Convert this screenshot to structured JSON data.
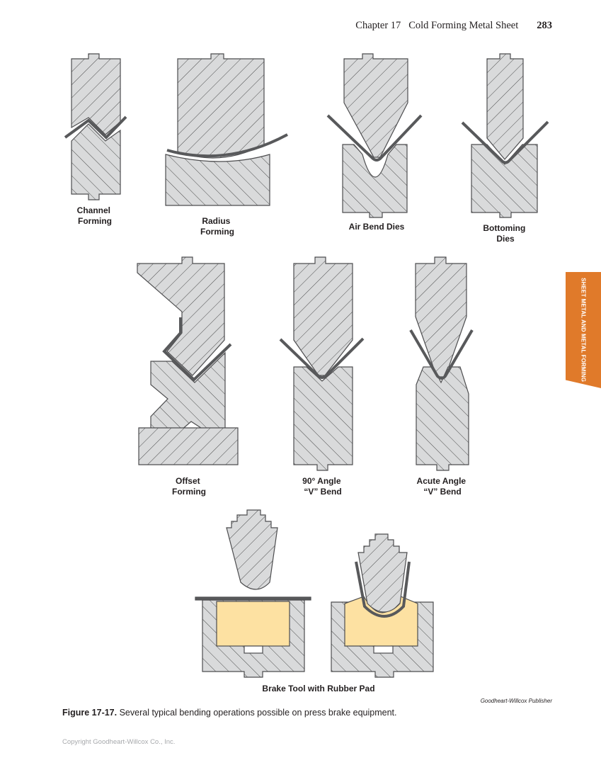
{
  "header": {
    "chapter": "Chapter 17",
    "chapter_title": "Cold Forming Metal Sheet",
    "page_number": "283"
  },
  "side_tab": {
    "label": "SHEET METAL AND METAL FORMING",
    "color": "#e07a2a"
  },
  "figure": {
    "colors": {
      "die_fill": "#d9dadb",
      "hatch": "#3a3a3a",
      "outline": "#4d4d4f",
      "sheet": "#58595b",
      "rubber_pad": "#fde1a2"
    },
    "labels": {
      "channel_forming": [
        "Channel",
        "Forming"
      ],
      "radius_forming": [
        "Radius",
        "Forming"
      ],
      "air_bend_dies": [
        "Air Bend Dies"
      ],
      "bottoming_dies": [
        "Bottoming",
        "Dies"
      ],
      "offset_forming": [
        "Offset",
        "Forming"
      ],
      "angle_90_v_bend": [
        "90° Angle",
        "“V” Bend"
      ],
      "acute_angle_v_bend": [
        "Acute Angle",
        "“V” Bend"
      ],
      "brake_tool_rubber_pad": [
        "Brake Tool with Rubber Pad"
      ]
    },
    "credit": "Goodheart-Willcox Publisher",
    "caption_label": "Figure 17-17.",
    "caption_text": " Several typical bending operations possible on press brake equipment."
  },
  "footer": {
    "copyright": "Copyright Goodheart-Willcox Co., Inc."
  }
}
